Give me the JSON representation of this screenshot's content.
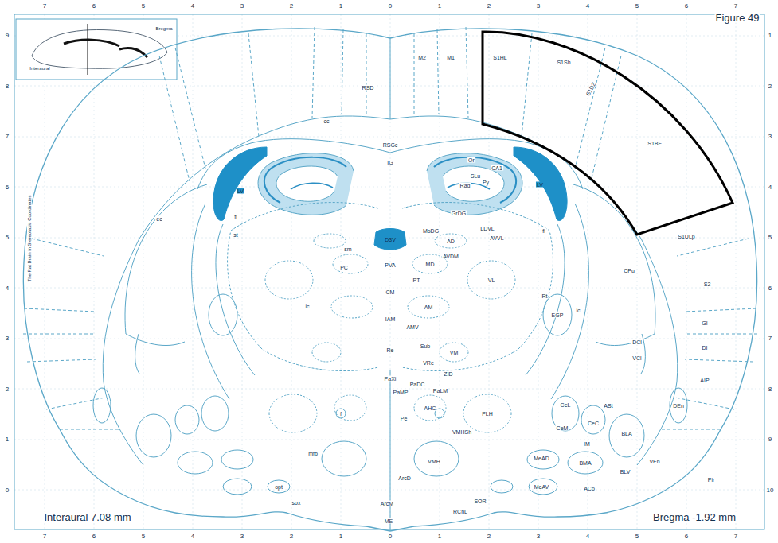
{
  "diagram": {
    "title": "Figure 49",
    "labels": [
      "Interaural 7.08 mm",
      "Bregma -1.92 mm",
      "Bregma",
      "Interaural",
      "The Rat Brain in Stereotaxic Coordinates",
      "7",
      "6",
      "5",
      "4",
      "3",
      "2",
      "1",
      "0",
      "1",
      "2",
      "3",
      "4",
      "5",
      "6",
      "7",
      "7",
      "6",
      "5",
      "4",
      "3",
      "2",
      "1",
      "0",
      "1",
      "2",
      "3",
      "4",
      "5",
      "6",
      "7",
      "9",
      "8",
      "7",
      "6",
      "5",
      "4",
      "3",
      "2",
      "1",
      "0",
      "1",
      "2",
      "3",
      "4",
      "5",
      "6",
      "7",
      "8",
      "9",
      "10",
      "RSD",
      "M2",
      "M1",
      "S1HL",
      "S1Sh",
      "S1DZ",
      "S1BF",
      "S1ULp",
      "S2",
      "GI",
      "DI",
      "AIP",
      "Pir",
      "RSGc",
      "IG",
      "cc",
      "Or",
      "CA1",
      "SLu",
      "Py",
      "Rad",
      "LV",
      "LV",
      "D3V",
      "GrDG",
      "MoDG",
      "LDVL",
      "AD",
      "AVVL",
      "AVDM",
      "fi",
      "fi",
      "st",
      "sm",
      "PC",
      "PVA",
      "MD",
      "PT",
      "CM",
      "AM",
      "IAM",
      "AMV",
      "VL",
      "Rt",
      "ic",
      "ic",
      "CPu",
      "EGP",
      "DCl",
      "VCl",
      "Re",
      "Sub",
      "VM",
      "VRe",
      "ZID",
      "PaXi",
      "PaDC",
      "PaLM",
      "PaMP",
      "PLH",
      "AHC",
      "Pe",
      "f",
      "mfb",
      "opt",
      "sox",
      "CeL",
      "CeC",
      "CeM",
      "ASt",
      "BLA",
      "DEn",
      "IM",
      "BMA",
      "BLV",
      "VEn",
      "MeAD",
      "ACo",
      "MeAV",
      "VMHSh",
      "VMH",
      "ArcD",
      "ArcM",
      "ME",
      "SOR",
      "RChL",
      "ec"
    ]
  }
}
